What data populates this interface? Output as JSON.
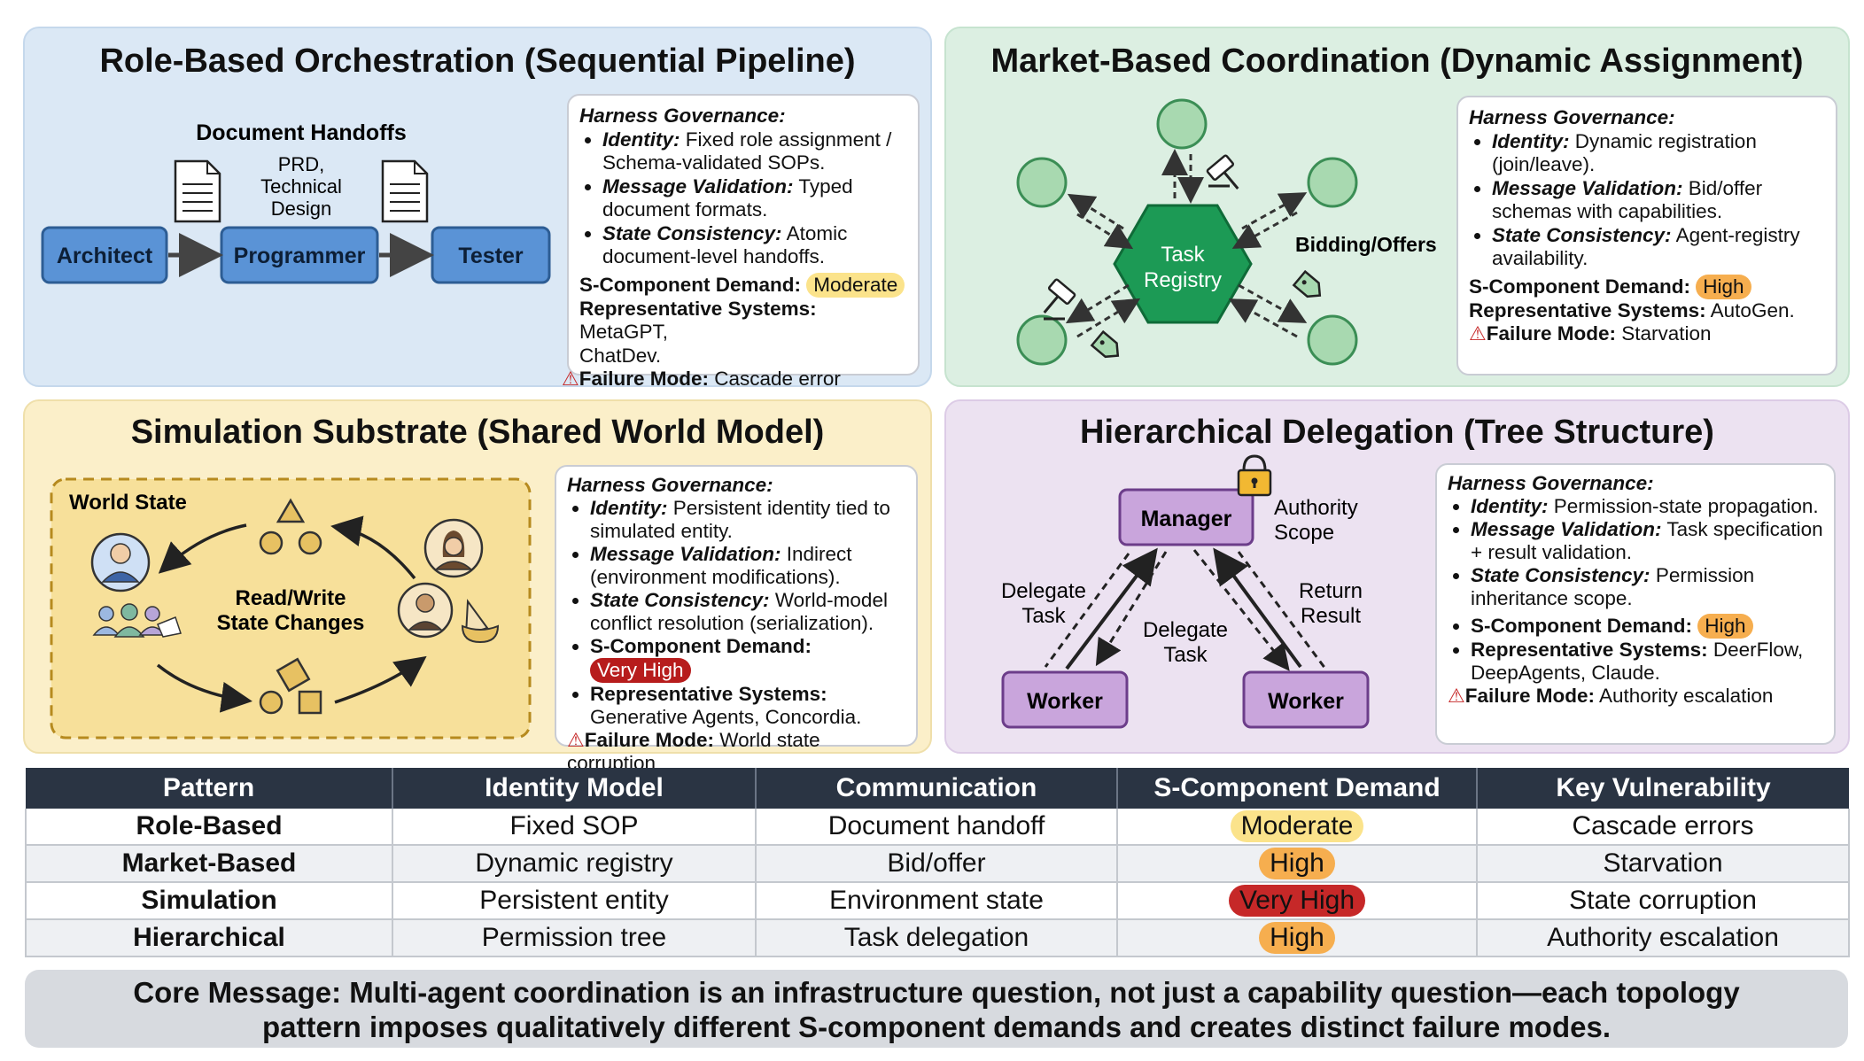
{
  "panels": {
    "role": {
      "title": "Role-Based Orchestration (Sequential Pipeline)",
      "diagram": {
        "doc_label": "Document Handoffs",
        "doc_center_lines": [
          "PRD,",
          "Technical",
          "Design"
        ],
        "nodes": [
          "Architect",
          "Programmer",
          "Tester"
        ]
      },
      "governance": {
        "heading": "Harness Governance:",
        "bullets": [
          {
            "label": "Identity:",
            "lines": [
              "Fixed role assignment /",
              "Schema-validated SOPs."
            ]
          },
          {
            "label": "Message Validation:",
            "lines": [
              "Typed",
              "document formats."
            ]
          },
          {
            "label": "State Consistency:",
            "lines": [
              "Atomic",
              "document-level handoffs."
            ]
          }
        ],
        "demand_label": "S-Component Demand:",
        "demand_value": "Moderate",
        "systems_label": "Representative Systems:",
        "systems_lines": [
          "MetaGPT,",
          "ChatDev."
        ],
        "failure_label": "Failure Mode:",
        "failure_value": "Cascade error"
      }
    },
    "market": {
      "title": "Market-Based Coordination (Dynamic Assignment)",
      "diagram": {
        "hub_lines": [
          "Task",
          "Registry"
        ],
        "bidding_label": "Bidding/Offers"
      },
      "governance": {
        "heading": "Harness Governance:",
        "bullets": [
          {
            "label": "Identity:",
            "lines": [
              "Dynamic registration",
              "(join/leave)."
            ]
          },
          {
            "label": "Message Validation:",
            "lines": [
              "Bid/offer",
              "schemas with capabilities."
            ]
          },
          {
            "label": "State Consistency:",
            "lines": [
              "Agent-registry",
              "availability."
            ]
          }
        ],
        "demand_label": "S-Component Demand:",
        "demand_value": "High",
        "systems_label": "Representative Systems:",
        "systems_lines": [
          "AutoGen."
        ],
        "failure_label": "Failure Mode:",
        "failure_value": "Starvation"
      }
    },
    "simulation": {
      "title": "Simulation Substrate (Shared World Model)",
      "diagram": {
        "world_label": "World State",
        "center_lines": [
          "Read/Write",
          "State Changes"
        ]
      },
      "governance": {
        "heading": "Harness Governance:",
        "bullets": [
          {
            "label": "Identity:",
            "lines": [
              "Persistent identity tied to",
              "simulated entity."
            ]
          },
          {
            "label": "Message Validation:",
            "lines": [
              "Indirect",
              "(environment modifications)."
            ]
          },
          {
            "label": "State Consistency:",
            "lines": [
              "World-model",
              "conflict resolution (serialization)."
            ]
          }
        ],
        "demand_label": "S-Component Demand:",
        "demand_value": "Very High",
        "systems_label": "Representative Systems:",
        "systems_lines": [
          "Generative Agents, Concordia."
        ],
        "failure_label": "Failure Mode:",
        "failure_value": "World state corruption"
      }
    },
    "hierarchical": {
      "title": "Hierarchical Delegation (Tree Structure)",
      "diagram": {
        "manager": "Manager",
        "authority_lines": [
          "Authority",
          "Scope"
        ],
        "delegate_lines": [
          "Delegate",
          "Task"
        ],
        "return_lines": [
          "Return",
          "Result"
        ],
        "worker": "Worker"
      },
      "governance": {
        "heading": "Harness Governance:",
        "bullets": [
          {
            "label": "Identity:",
            "lines": [
              "Permission-state propagation."
            ]
          },
          {
            "label": "Message Validation:",
            "lines": [
              "Task specification",
              "+ result validation."
            ]
          },
          {
            "label": "State Consistency:",
            "lines": [
              "Permission",
              "inheritance scope."
            ]
          }
        ],
        "demand_label": "S-Component Demand:",
        "demand_value": "High",
        "systems_label": "Representative Systems:",
        "systems_lines": [
          "DeerFlow,",
          "DeepAgents, Claude."
        ],
        "failure_label": "Failure Mode:",
        "failure_value": "Authority escalation"
      }
    }
  },
  "table": {
    "headers": [
      "Pattern",
      "Identity Model",
      "Communication",
      "S-Component Demand",
      "Key Vulnerability"
    ],
    "rows": [
      {
        "pattern": "Role-Based",
        "identity": "Fixed SOP",
        "communication": "Document handoff",
        "demand": "Moderate",
        "demand_color": "#fbe38b",
        "demand_text_color": "#111111",
        "vulnerability": "Cascade errors"
      },
      {
        "pattern": "Market-Based",
        "identity": "Dynamic registry",
        "communication": "Bid/offer",
        "demand": "High",
        "demand_color": "#f6ae4f",
        "demand_text_color": "#111111",
        "vulnerability": "Starvation"
      },
      {
        "pattern": "Simulation",
        "identity": "Persistent entity",
        "communication": "Environment state",
        "demand": "Very High",
        "demand_color": "#c62828",
        "demand_text_color": "#111111",
        "vulnerability": "State corruption"
      },
      {
        "pattern": "Hierarchical",
        "identity": "Permission tree",
        "communication": "Task delegation",
        "demand": "High",
        "demand_color": "#f6ae4f",
        "demand_text_color": "#111111",
        "vulnerability": "Authority escalation"
      }
    ]
  },
  "core_message": {
    "lines": [
      "Core Message: Multi-agent coordination is an infrastructure question, not just a capability question—each topology",
      "pattern imposes qualitatively different S-component demands and creates distinct failure modes."
    ]
  },
  "colors": {
    "node_blue": "#5a93d6",
    "node_green": "#a8d9b0",
    "hub_green": "#1c9a55",
    "node_purple": "#c9a5dc",
    "warning_red": "#c62828"
  }
}
